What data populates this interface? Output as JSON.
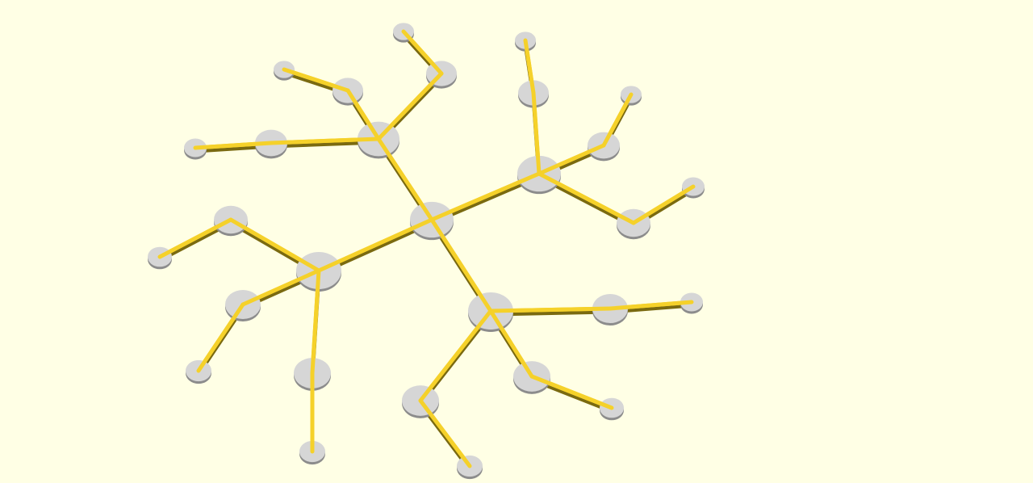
{
  "viewer": {
    "background_color": "#ffffe5",
    "edge_color": "#f5d12a",
    "node_color": "#d6d6d6"
  },
  "graph": {
    "description_type": "3d-rendered radial tree",
    "nodes": [
      {
        "id": "root"
      },
      {
        "id": "hub-nw"
      },
      {
        "id": "hub-ne"
      },
      {
        "id": "hub-w"
      },
      {
        "id": "hub-s"
      },
      {
        "id": "nw-a1"
      },
      {
        "id": "nw-a2"
      },
      {
        "id": "nw-b1"
      },
      {
        "id": "nw-b2"
      },
      {
        "id": "nw-c1"
      },
      {
        "id": "nw-c2"
      },
      {
        "id": "ne-a1"
      },
      {
        "id": "ne-a2"
      },
      {
        "id": "ne-b1"
      },
      {
        "id": "ne-b2"
      },
      {
        "id": "ne-c1"
      },
      {
        "id": "ne-c2"
      },
      {
        "id": "w-a1"
      },
      {
        "id": "w-a2"
      },
      {
        "id": "w-b1"
      },
      {
        "id": "w-b2"
      },
      {
        "id": "w-c1"
      },
      {
        "id": "w-c2"
      },
      {
        "id": "s-a1"
      },
      {
        "id": "s-a2"
      },
      {
        "id": "s-b1"
      },
      {
        "id": "s-b2"
      },
      {
        "id": "s-c1"
      },
      {
        "id": "s-c2"
      }
    ],
    "edges": [
      [
        "root",
        "hub-nw"
      ],
      [
        "root",
        "hub-ne"
      ],
      [
        "root",
        "hub-w"
      ],
      [
        "root",
        "hub-s"
      ],
      [
        "hub-nw",
        "nw-a1"
      ],
      [
        "nw-a1",
        "nw-a2"
      ],
      [
        "hub-nw",
        "nw-b1"
      ],
      [
        "nw-b1",
        "nw-b2"
      ],
      [
        "hub-nw",
        "nw-c1"
      ],
      [
        "nw-c1",
        "nw-c2"
      ],
      [
        "hub-ne",
        "ne-a1"
      ],
      [
        "ne-a1",
        "ne-a2"
      ],
      [
        "hub-ne",
        "ne-b1"
      ],
      [
        "ne-b1",
        "ne-b2"
      ],
      [
        "hub-ne",
        "ne-c1"
      ],
      [
        "ne-c1",
        "ne-c2"
      ],
      [
        "hub-w",
        "w-a1"
      ],
      [
        "w-a1",
        "w-a2"
      ],
      [
        "hub-w",
        "w-b1"
      ],
      [
        "w-b1",
        "w-b2"
      ],
      [
        "hub-w",
        "w-c1"
      ],
      [
        "w-c1",
        "w-c2"
      ],
      [
        "hub-s",
        "s-a1"
      ],
      [
        "s-a1",
        "s-a2"
      ],
      [
        "hub-s",
        "s-b1"
      ],
      [
        "s-b1",
        "s-b2"
      ],
      [
        "hub-s",
        "s-c1"
      ],
      [
        "s-c1",
        "s-c2"
      ]
    ]
  }
}
